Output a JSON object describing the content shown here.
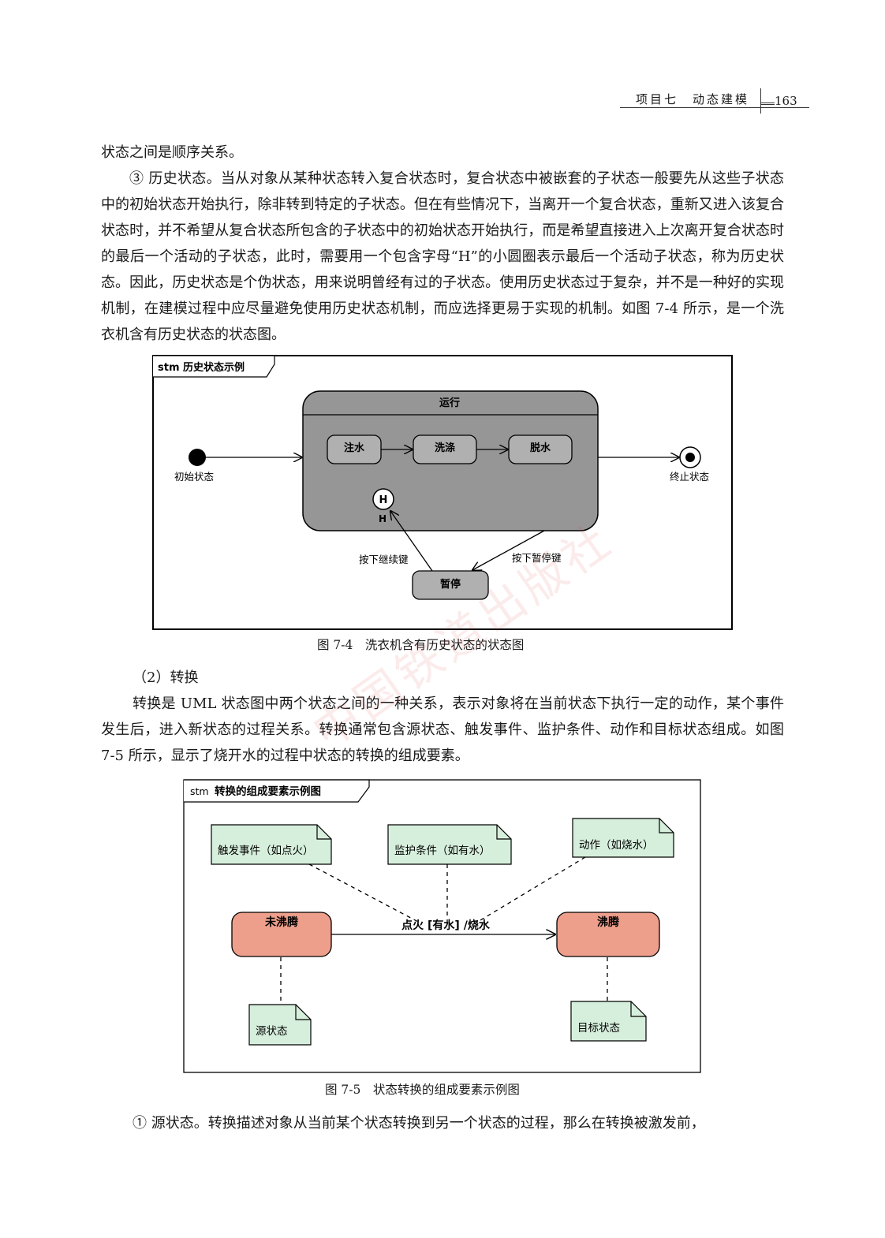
{
  "header": {
    "chapter": "项目七　动态建模",
    "page_number": "163"
  },
  "paragraphs": {
    "p1": "状态之间是顺序关系。",
    "p2": "③ 历史状态。当从对象从某种状态转入复合状态时，复合状态中被嵌套的子状态一般要先从这些子状态中的初始状态开始执行，除非转到特定的子状态。但在有些情况下，当离开一个复合状态，重新又进入该复合状态时，并不希望从复合状态所包含的子状态中的初始状态开始执行，而是希望直接进入上次离开复合状态时的最后一个活动的子状态，此时，需要用一个包含字母“H”的小圆圈表示最后一个活动子状态，称为历史状态。因此，历史状态是个伪状态，用来说明曾经有过的子状态。使用历史状态过于复杂，并不是一种好的实现机制，在建模过程中应尽量避免使用历史状态机制，而应选择更易于实现的机制。如图 7-4 所示，是一个洗衣机含有历史状态的状态图。",
    "subhead": "（2）转换",
    "p3": "转换是 UML 状态图中两个状态之间的一种关系，表示对象将在当前状态下执行一定的动作，某个事件发生后，进入新状态的过程关系。转换通常包含源状态、触发事件、监护条件、动作和目标状态组成。如图 7-5 所示，显示了烧开水的过程中状态的转换的组成要素。",
    "p4": "① 源状态。转换描述对象从当前某个状态转换到另一个状态的过程，那么在转换被激发前，"
  },
  "figure1": {
    "frame_label": "stm 历史状态示例",
    "composite": "运行",
    "states": [
      "注水",
      "洗涤",
      "脱水"
    ],
    "history": "H",
    "history_label": "H",
    "initial_label": "初始状态",
    "final_label": "终止状态",
    "pause": "暂停",
    "continue_label": "按下继续键",
    "pause_label": "按下暂停键",
    "caption": "图 7-4　洗衣机含有历史状态的状态图",
    "colors": {
      "composite": "#969696",
      "inner": "#b0b0b0"
    }
  },
  "figure2": {
    "frame_label_prefix": "stm",
    "frame_label": "转换的组成要素示例图",
    "source": "未沸腾",
    "target": "沸腾",
    "transition": "点火 [有水] /烧水",
    "notes": [
      "触发事件（如点火）",
      "监护条件（如有水）",
      "动作（如烧水）",
      "源状态",
      "目标状态"
    ],
    "caption": "图 7-5　状态转换的组成要素示例图",
    "colors": {
      "state": "#ee9f8c",
      "note": "#d6efdc"
    }
  },
  "watermark": "中国铁道出版社"
}
